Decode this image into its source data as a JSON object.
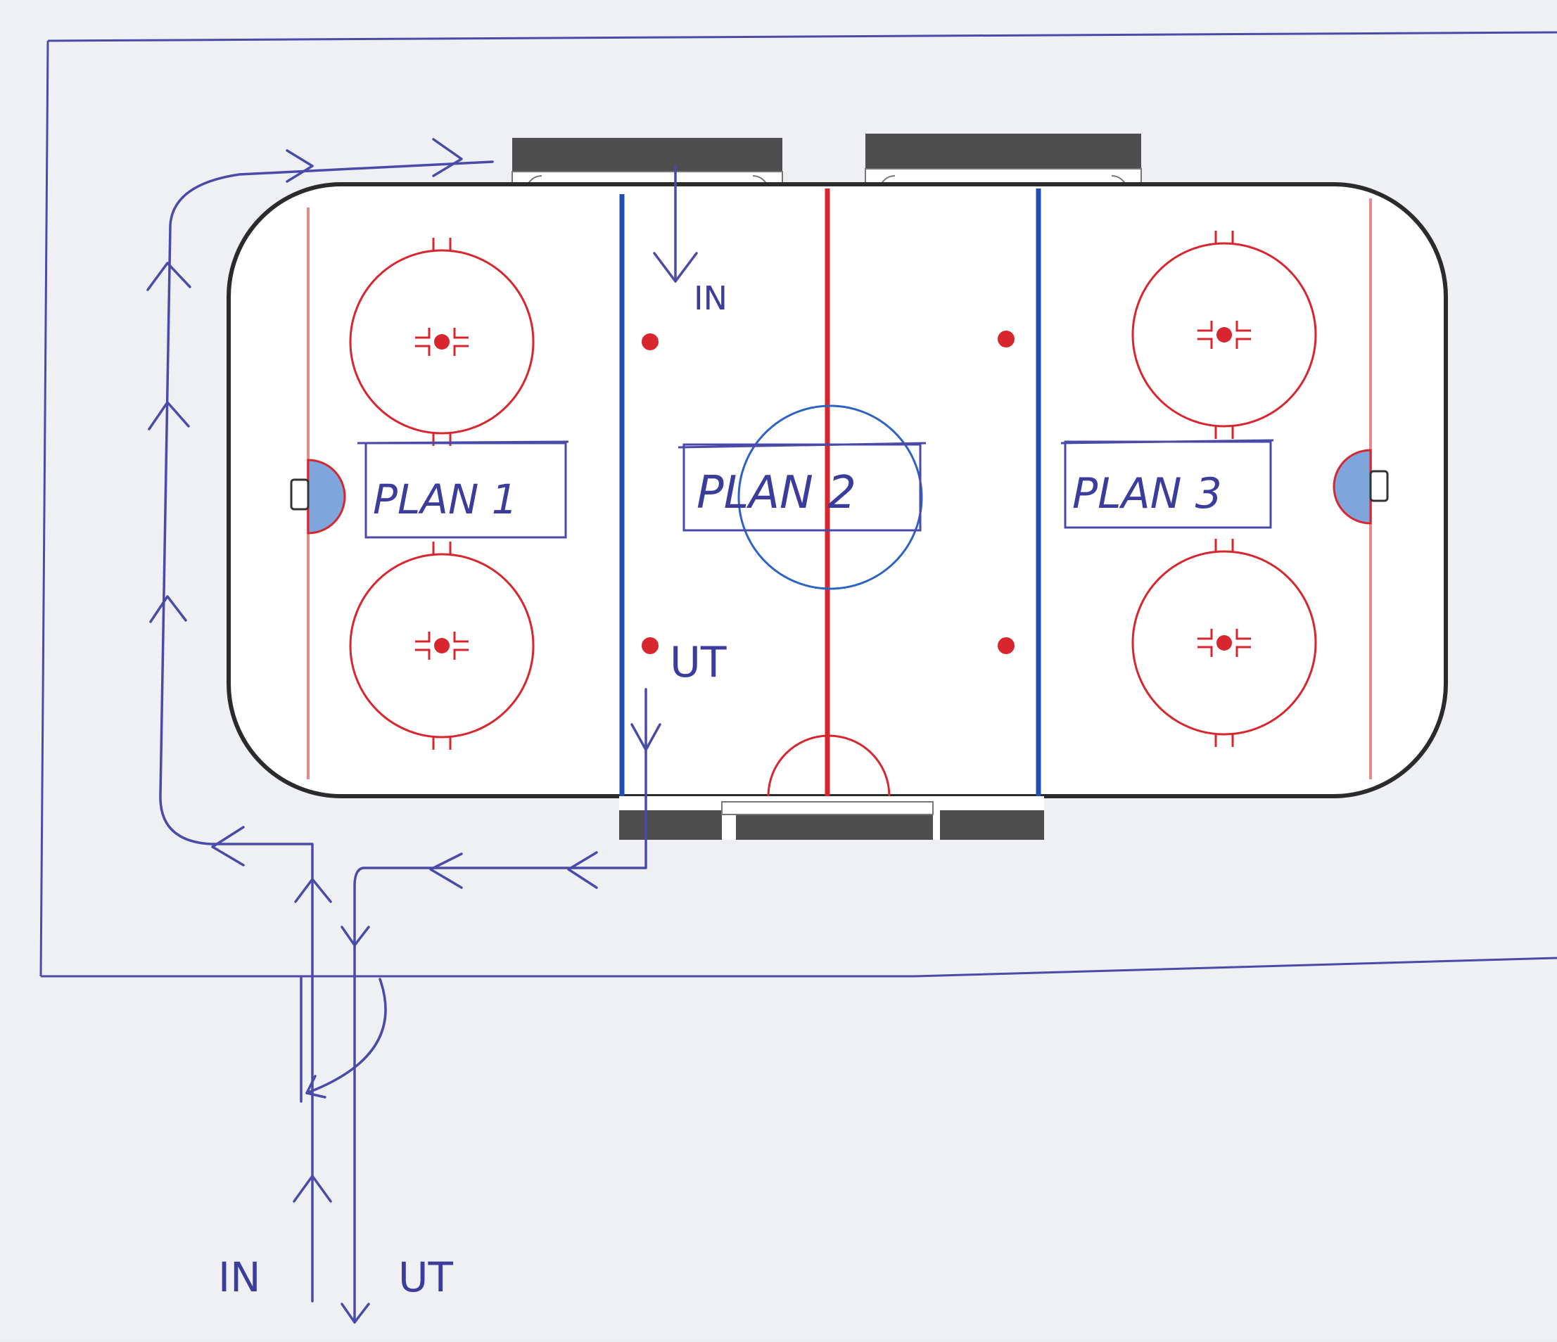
{
  "zones": [
    {
      "label": "PLAN 1"
    },
    {
      "label": "PLAN 2"
    },
    {
      "label": "PLAN 3"
    }
  ],
  "markers": {
    "top_in": "IN",
    "mid_ut": "UT",
    "bottom_in": "IN",
    "bottom_ut": "UT"
  },
  "colors": {
    "ink": "#4a4aa8",
    "red_line": "#d8262e",
    "blue_line": "#1f4fb0",
    "board": "#2b2b2b",
    "bench": "#555555",
    "crease": "#7fa6dc",
    "paper": "#f4f5f7"
  }
}
